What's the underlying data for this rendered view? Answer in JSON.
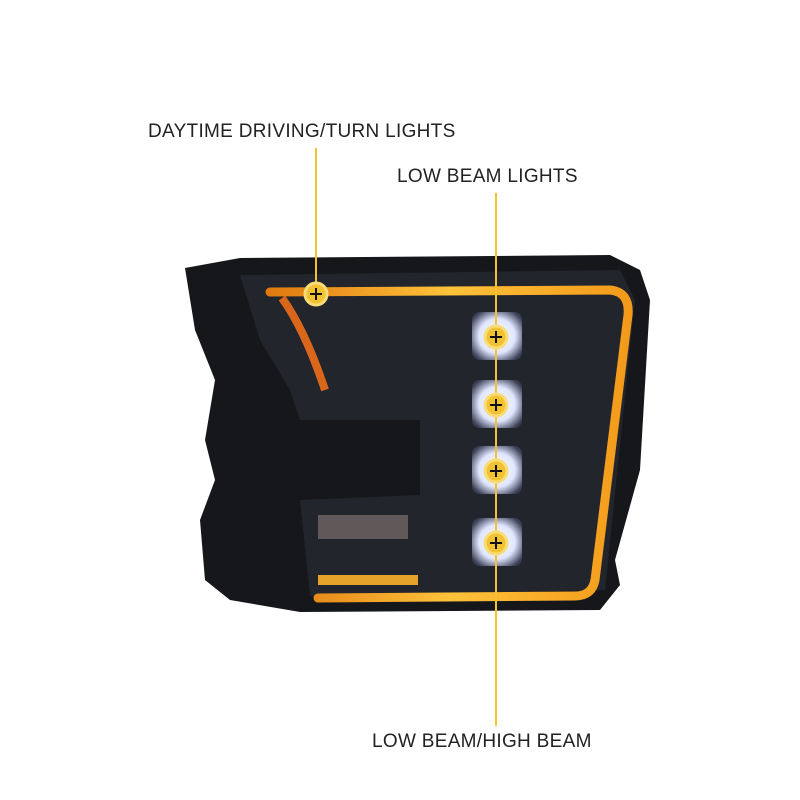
{
  "labels": {
    "drl": "DAYTIME DRIVING/TURN LIGHTS",
    "low_beam": "LOW BEAM LIGHTS",
    "low_high": "LOW BEAM/HIGH BEAM"
  },
  "colors": {
    "callout": "#f2c230",
    "drl_amber": "#f7a21c",
    "housing": "#15161a",
    "led": "#f4f6ff"
  }
}
